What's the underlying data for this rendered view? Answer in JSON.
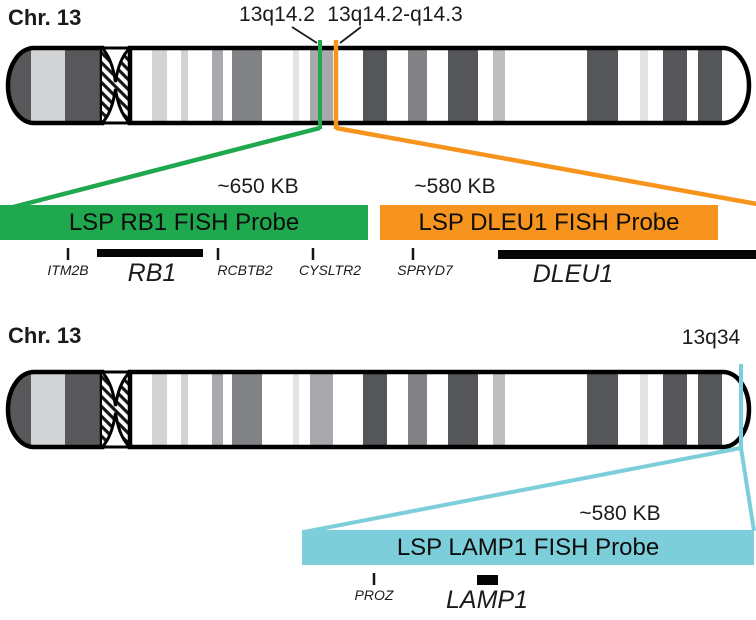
{
  "palette": {
    "green": "#1fa84d",
    "orange": "#f7941d",
    "cyan": "#7dcedb",
    "ink": "#1b1b1b"
  },
  "top_section": {
    "chr_label": "Chr. 13",
    "band_label_1": "13q14.2",
    "band_label_2": "13q14.2-q14.3",
    "probe_rb1": {
      "size_label": "~650 KB",
      "name": "LSP RB1 FISH Probe"
    },
    "probe_dleu1": {
      "size_label": "~580 KB",
      "name": "LSP DLEU1 FISH Probe"
    },
    "gene_itm2b": "ITM2B",
    "gene_rb1": "RB1",
    "gene_rcbtb2": "RCBTB2",
    "gene_cysltr2": "CYSLTR2",
    "gene_spryd7": "SPRYD7",
    "gene_dleu1": "DLEU1"
  },
  "bottom_section": {
    "chr_label": "Chr. 13",
    "band_label": "13q34",
    "probe_lamp1": {
      "size_label": "~580 KB",
      "name": "LSP LAMP1 FISH Probe"
    },
    "gene_proz": "PROZ",
    "gene_lamp1": "LAMP1"
  }
}
